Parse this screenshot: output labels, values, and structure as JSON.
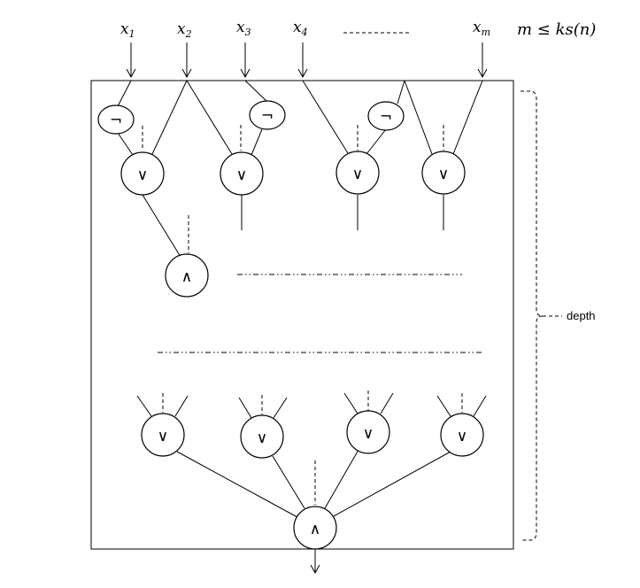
{
  "inputs": [
    {
      "base": "x",
      "sub": "1"
    },
    {
      "base": "x",
      "sub": "2"
    },
    {
      "base": "x",
      "sub": "3"
    },
    {
      "base": "x",
      "sub": "4"
    },
    {
      "base": "x",
      "sub": "m"
    }
  ],
  "condition": "m ≤ ks(n)",
  "symbols": {
    "or": "∨",
    "and": "∧",
    "not": "¬"
  },
  "depth_label": "depth"
}
